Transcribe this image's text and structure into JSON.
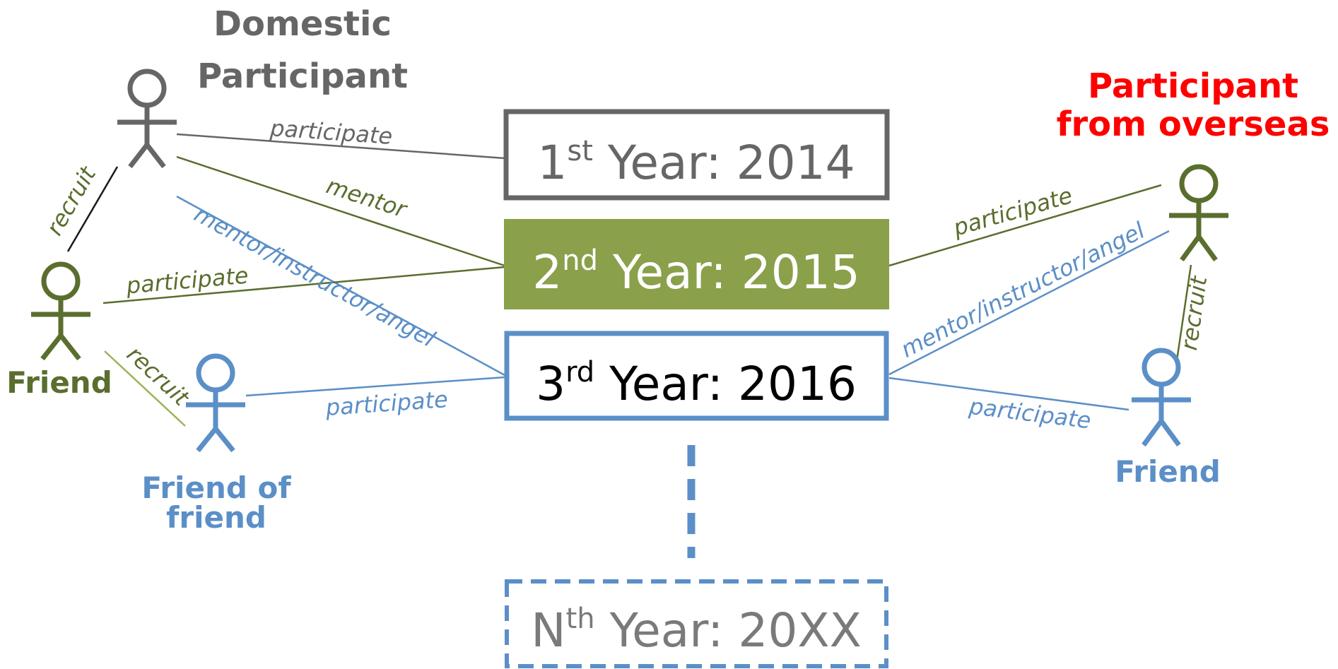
{
  "actors": {
    "domestic": {
      "label_line1": "Domestic",
      "label_line2": "Participant",
      "color": "#666666"
    },
    "friend_left": {
      "label": "Friend",
      "color": "#5a6e2e"
    },
    "friend_of_friend": {
      "label_line1": "Friend of",
      "label_line2": "friend",
      "color": "#5b8fc7"
    },
    "overseas": {
      "label_line1": "Participant",
      "label_line2": "from overseas",
      "color": "#ff0000",
      "figure_color": "#5a6e2e"
    },
    "friend_right": {
      "label": "Friend",
      "color": "#5b8fc7"
    }
  },
  "years": {
    "y1": {
      "ordinal": "1",
      "suffix": "st",
      "rest": " Year: 2014",
      "color": "#666666"
    },
    "y2": {
      "ordinal": "2",
      "suffix": "nd",
      "rest": " Year: 2015",
      "color": "#8aa04a"
    },
    "y3": {
      "ordinal": "3",
      "suffix": "rd",
      "rest": " Year: 2016",
      "color": "#5b8fc7"
    },
    "yn": {
      "ordinal": "N",
      "suffix": "th",
      "rest": " Year: 20XX",
      "color": "#7a7a7a"
    }
  },
  "edges": {
    "domestic_participate": "participate",
    "domestic_mentor": "mentor",
    "domestic_mentor_instructor_angel": "mentor/instructor/angel",
    "domestic_recruit": "recruit",
    "friend_participate": "participate",
    "friend_recruit": "recruit",
    "fof_participate": "participate",
    "overseas_participate": "participate",
    "overseas_mentor_instructor_angel": "mentor/instructor/angel",
    "overseas_recruit": "recruit",
    "friend_right_participate": "participate"
  },
  "colors": {
    "gray": "#666666",
    "olive": "#5a6e2e",
    "green_fill": "#8aa04a",
    "light_green": "#9bb55a",
    "blue": "#5b8fc7"
  }
}
